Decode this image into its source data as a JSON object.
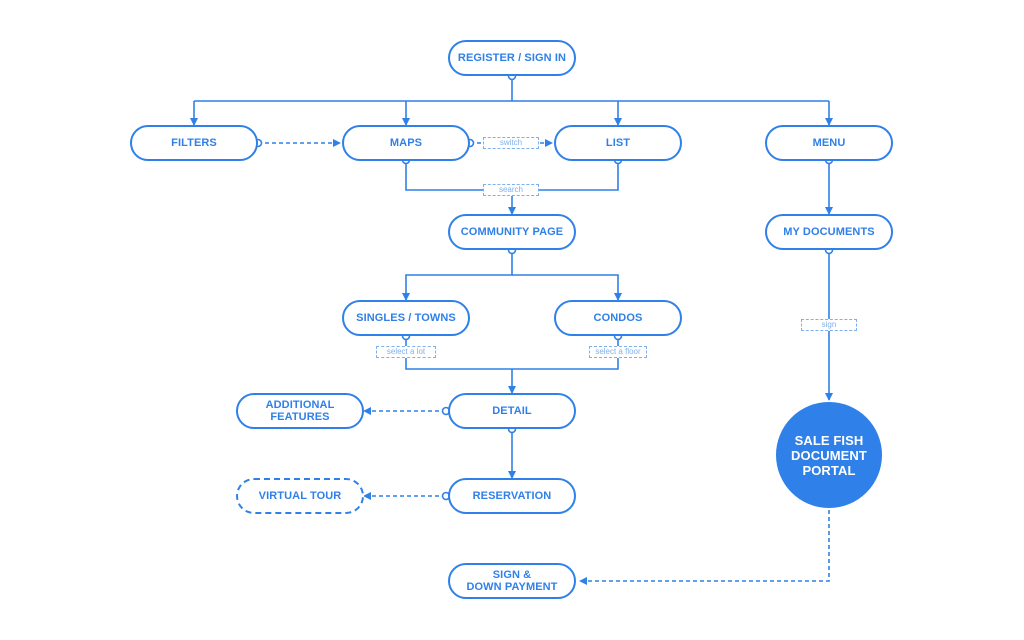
{
  "colors": {
    "accent": "#2f80e8",
    "tag": "#7fb0ee",
    "background": "#ffffff"
  },
  "nodes": {
    "register": "REGISTER / SIGN IN",
    "filters": "FILTERS",
    "maps": "MAPS",
    "list": "LIST",
    "menu": "MENU",
    "community": "COMMUNITY PAGE",
    "my_documents": "MY DOCUMENTS",
    "singles_towns": "SINGLES / TOWNS",
    "condos": "CONDOS",
    "additional_features": "ADDITIONAL\nFEATURES",
    "detail": "DETAIL",
    "virtual_tour": "VIRTUAL TOUR",
    "reservation": "RESERVATION",
    "portal": "SALE FISH\nDOCUMENT\nPORTAL",
    "sign_payment": "SIGN &\nDOWN PAYMENT"
  },
  "edge_labels": {
    "switch": "switch",
    "search": "search",
    "sign": "sign",
    "select_lot": "select a lot",
    "select_floor": "select a floor"
  }
}
